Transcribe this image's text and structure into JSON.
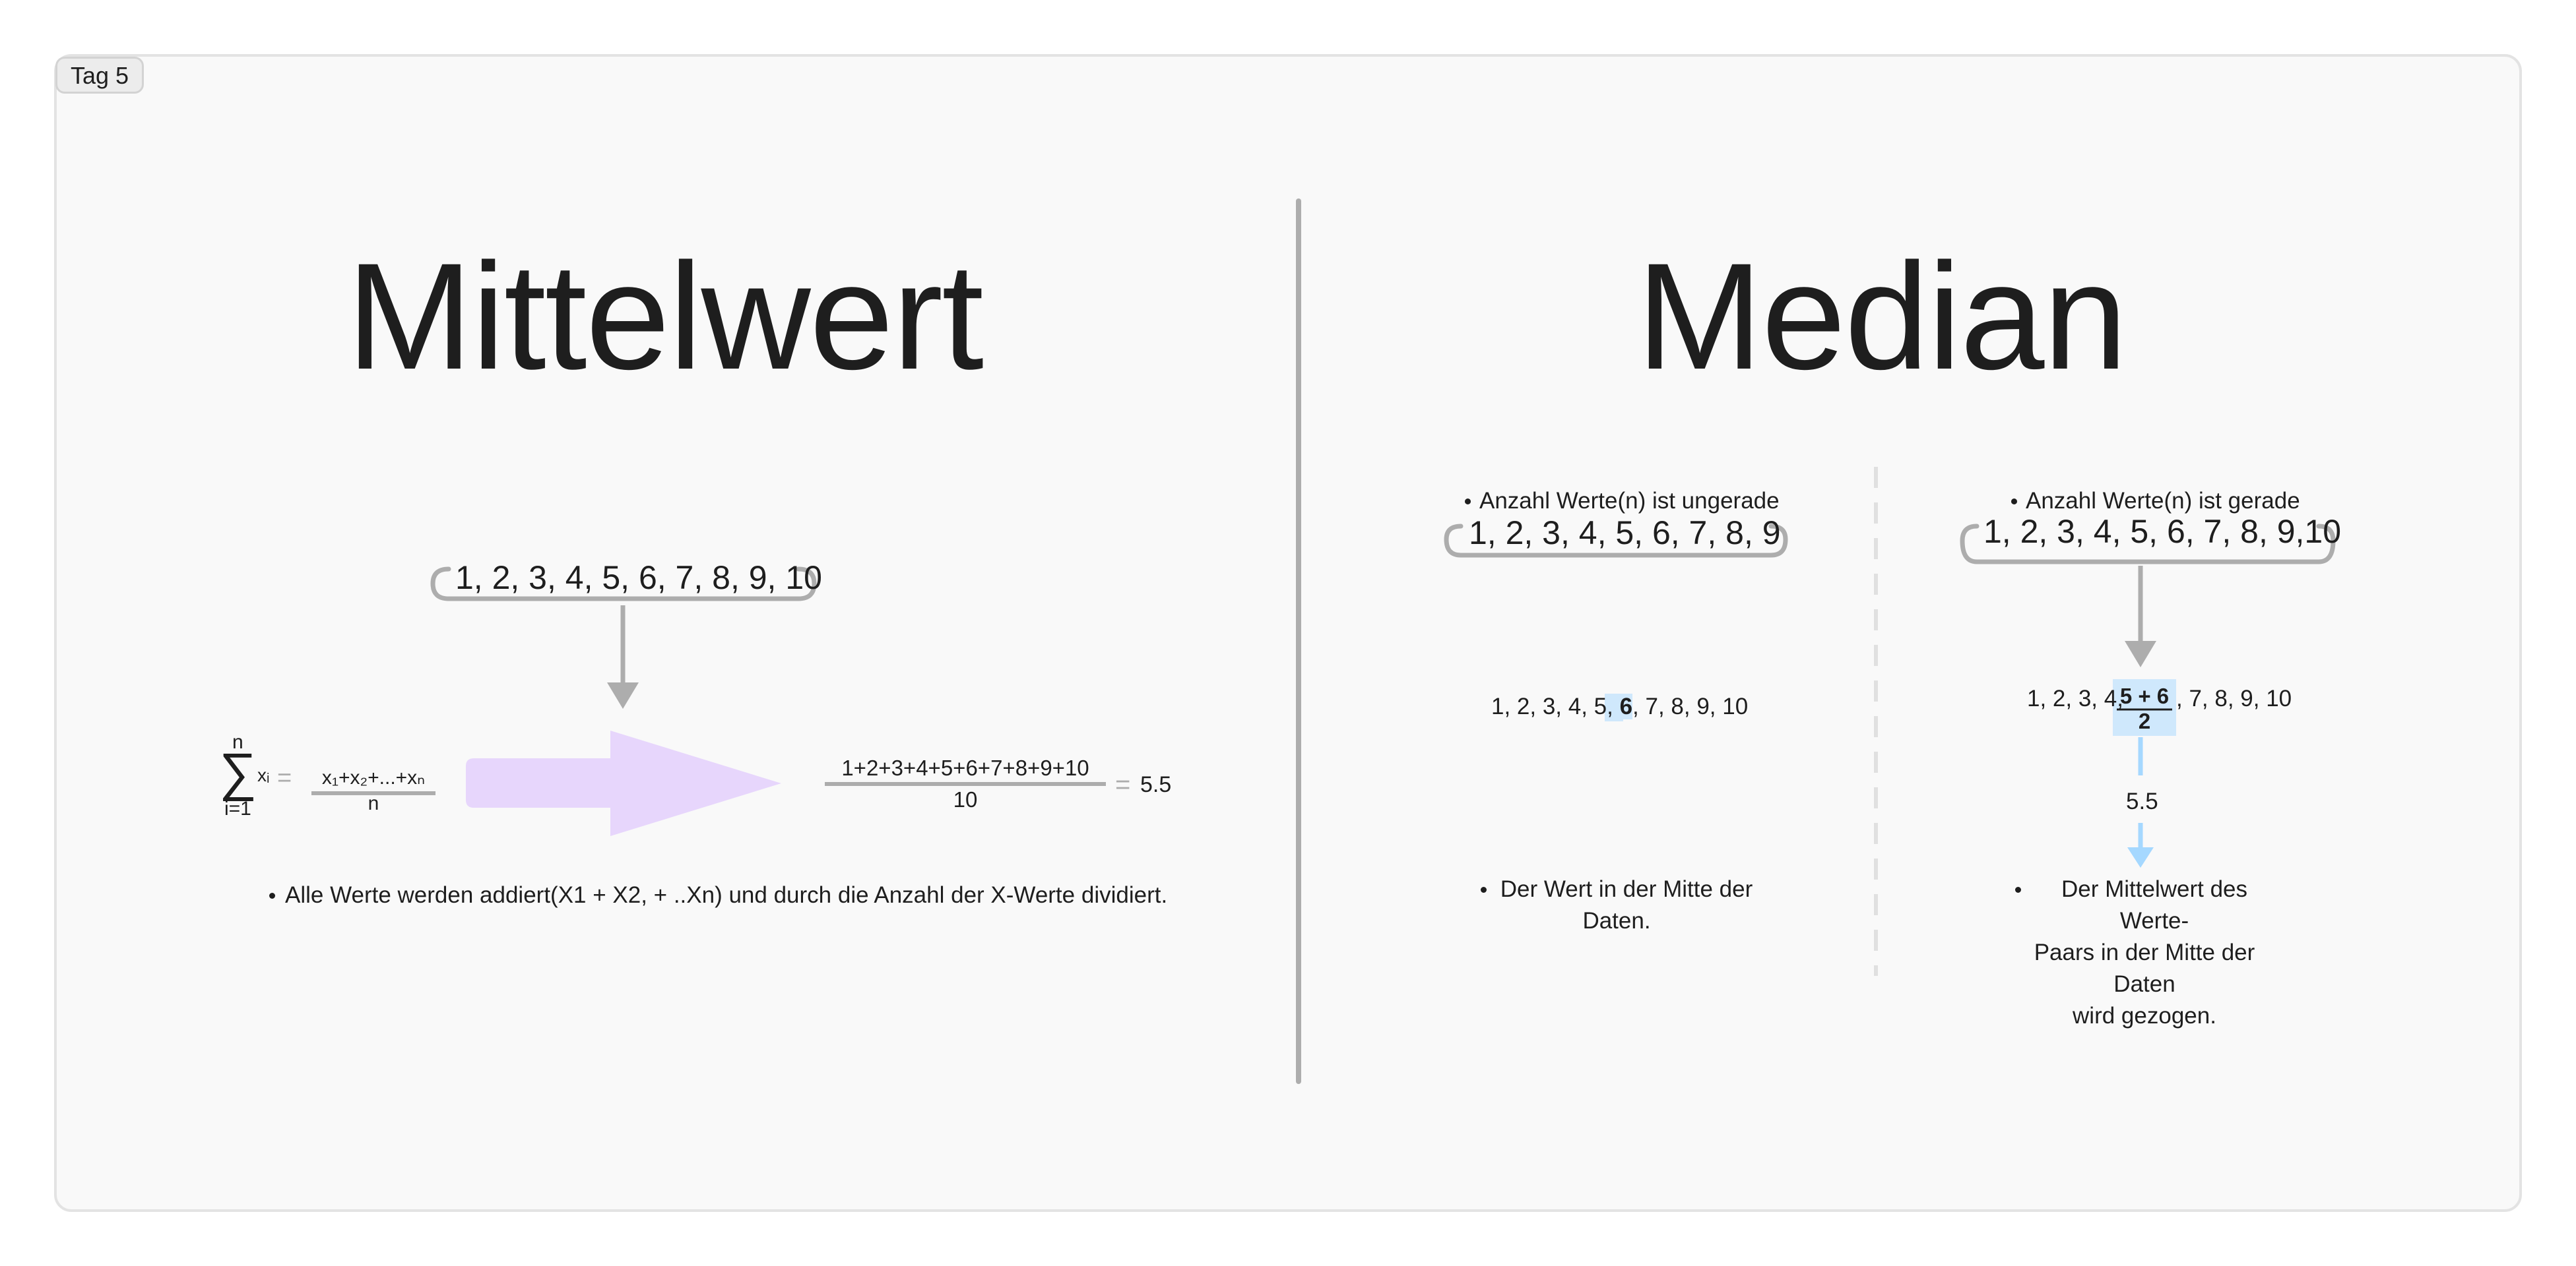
{
  "frame": {
    "tag": "Tag 5"
  },
  "mean": {
    "title": "Mittelwert",
    "sequence": "1, 2, 3, 4, 5, 6, 7, 8, 9, 10",
    "formula": {
      "sum_upper": "n",
      "sum_symbol": "∑",
      "sum_term": "xᵢ",
      "sum_lower": "i=1",
      "equals": "=",
      "numerator": "x₁+x₂+...+xₙ",
      "denominator": "n"
    },
    "calc": {
      "numerator": "1+2+3+4+5+6+7+8+9+10",
      "denominator": "10",
      "equals": "=",
      "result": "5.5"
    },
    "bullet": "Alle Werte werden addiert(X1 + X2, + ..Xn) und durch die Anzahl der X-Werte dividiert."
  },
  "median": {
    "title": "Median",
    "odd": {
      "heading": "Anzahl Werte(n) ist ungerade",
      "sequence": "1, 2, 3, 4, 5, 6, 7, 8, 9",
      "row_before": "1, 2, 3, 4, 5,",
      "row_highlight": "6",
      "row_after": ", 7, 8, 9, 10",
      "bullet_line1": "Der Wert in der Mitte der",
      "bullet_line2": "Daten."
    },
    "even": {
      "heading": "Anzahl Werte(n) ist gerade",
      "sequence": "1, 2, 3, 4, 5, 6, 7, 8, 9,10",
      "row_before": "1, 2, 3, 4,",
      "pair_numerator": "5 + 6",
      "pair_denominator": "2",
      "row_after": ", 7, 8, 9, 10",
      "result": "5.5",
      "bullet_line1": "Der Mittelwert des Werte-",
      "bullet_line2": "Paars in der Mitte der Daten",
      "bullet_line3": "wird gezogen."
    }
  },
  "colors": {
    "frame_bg": "#f9f9f9",
    "stroke_gray": "#adadad",
    "arrow_purple": "#e7d6fc",
    "highlight_blue": "#cfe8fc",
    "arrow_blue": "#a5d8ff"
  }
}
